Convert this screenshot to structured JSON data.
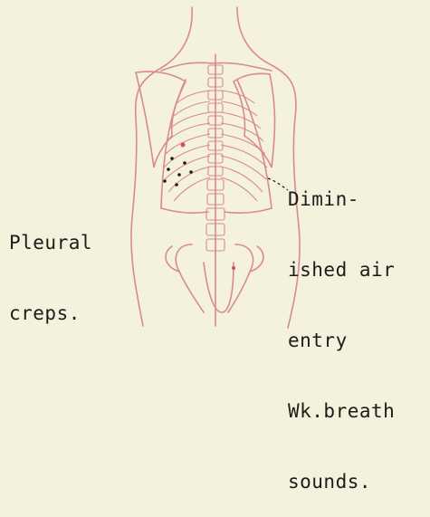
{
  "labels": {
    "left": [
      "Pleural",
      "creps."
    ],
    "right": [
      "Dimin-",
      "ished air",
      "entry",
      "Wk.breath",
      "sounds."
    ]
  },
  "colors": {
    "paper": "#f4f1dc",
    "anatomy_line": "#d98a90",
    "text": "#1d1c1a",
    "marker_dot": "#d64a5c"
  }
}
